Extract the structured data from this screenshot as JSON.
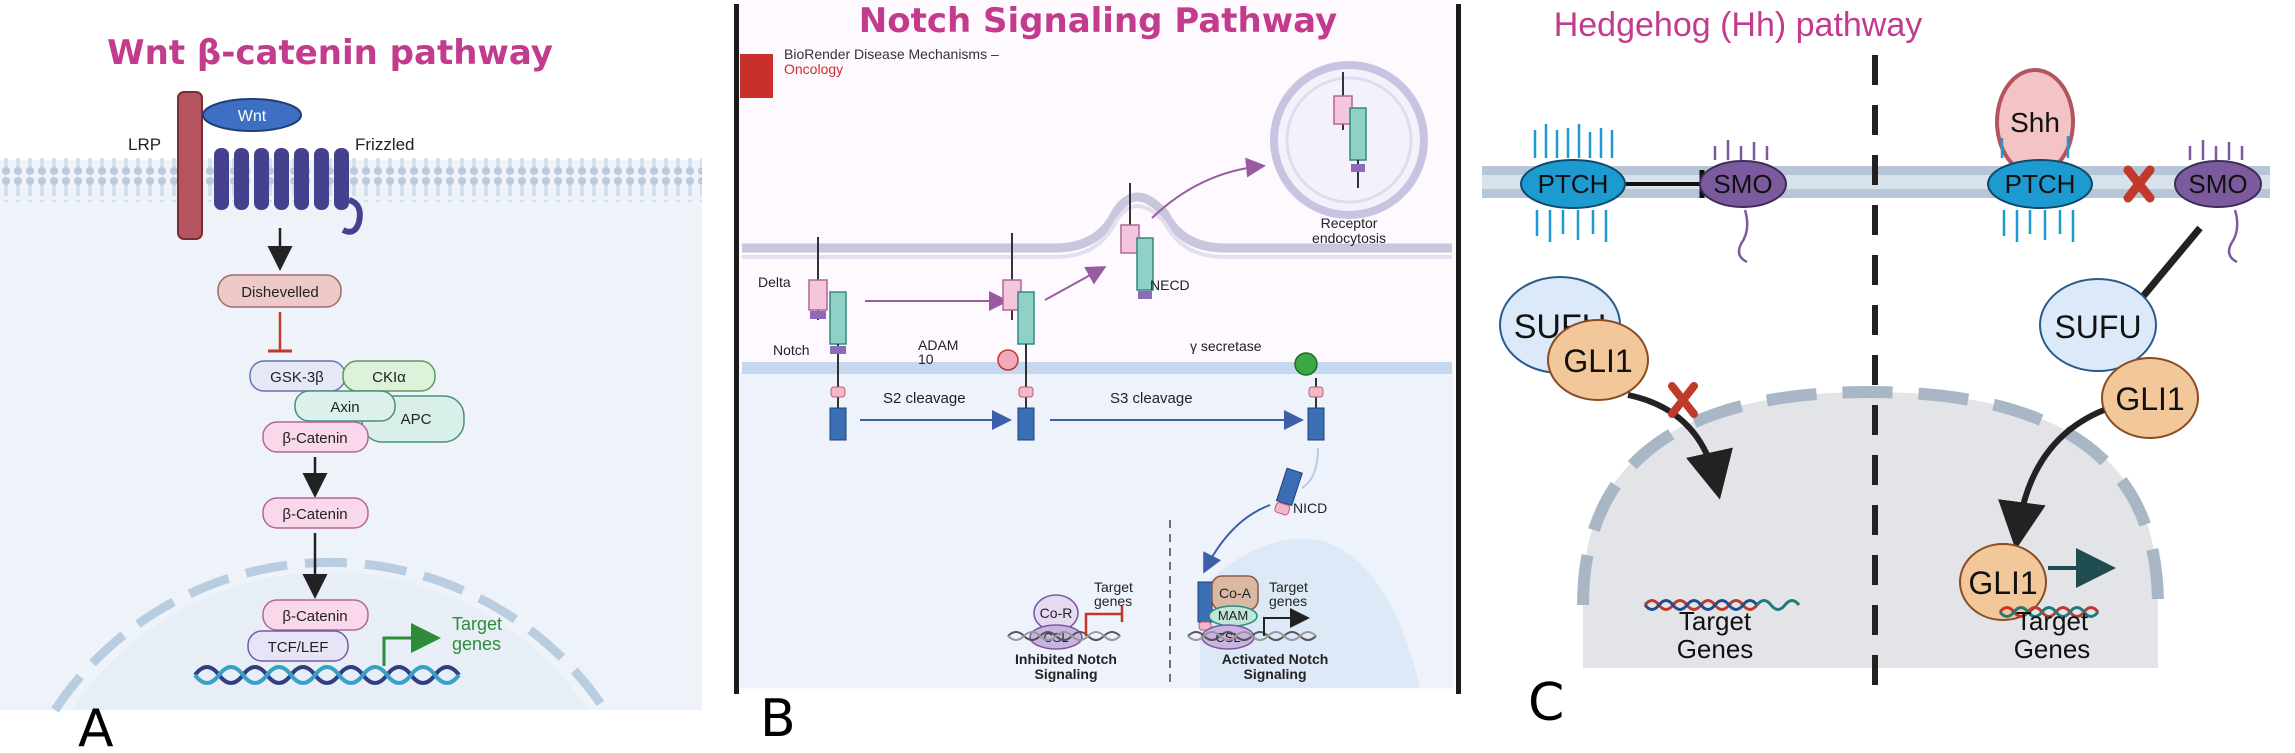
{
  "panel_a": {
    "title": "Wnt β-catenin pathway",
    "letter": "A",
    "labels": {
      "wnt": "Wnt",
      "lrp": "LRP",
      "frizzled": "Frizzled",
      "dishevelled": "Dishevelled",
      "gsk3b": "GSK-3β",
      "ck1a": "CKIα",
      "axin": "Axin",
      "apc": "APC",
      "bcat_complex": "β-Catenin",
      "bcat_free": "β-Catenin",
      "bcat_nuclear": "β-Catenin",
      "tcf_lef": "TCF/LEF",
      "target_genes_1": "Target",
      "target_genes_2": "genes"
    }
  },
  "panel_b": {
    "title": "Notch Signaling Pathway",
    "letter": "B",
    "brand_line1": "BioRender Disease Mechanisms –",
    "brand_line2": "Oncology",
    "labels": {
      "delta": "Delta",
      "notch": "Notch",
      "adam_1": "ADAM",
      "adam_2": "10",
      "necd": "NECD",
      "receptor_endo_1": "Receptor",
      "receptor_endo_2": "endocytosis",
      "gamma_secretase": "γ secretase",
      "s2": "S2 cleavage",
      "s3": "S3 cleavage",
      "nicd": "NICD",
      "cor": "Co-R",
      "csl_left": "CSL",
      "target_left_1": "Target",
      "target_left_2": "genes",
      "inhibited_1": "Inhibited Notch",
      "inhibited_2": "Signaling",
      "coa": "Co-A",
      "mam": "MAM",
      "csl_right": "CSL",
      "target_right_1": "Target",
      "target_right_2": "genes",
      "activated_1": "Activated Notch",
      "activated_2": "Signaling"
    }
  },
  "panel_c": {
    "title": "Hedgehog (Hh) pathway",
    "letter": "C",
    "labels": {
      "ptch_left": "PTCH",
      "smo_left": "SMO",
      "shh": "Shh",
      "ptch_right": "PTCH",
      "smo_right": "SMO",
      "sufu_left": "SUFU",
      "gli1_left": "GLI1",
      "sufu_right": "SUFU",
      "gli1_right_cyto": "GLI1",
      "gli1_right_nuc": "GLI1",
      "target_left_1": "Target",
      "target_left_2": "Genes",
      "target_right_1": "Target",
      "target_right_2": "Genes"
    }
  },
  "colors": {
    "title_magenta": "#c23b8c",
    "frizzled": "#46418f",
    "lrp": "#b5545f",
    "wnt": "#3d6fc2",
    "ptch": "#1d9bd1",
    "smo": "#7b5b9e",
    "gli1": "#f2c79a",
    "sufu": "#dbe9f8",
    "inhibit_red": "#c0392b",
    "cytoplasm": "#eef3f9",
    "nucleus": "#e2e4e8"
  }
}
